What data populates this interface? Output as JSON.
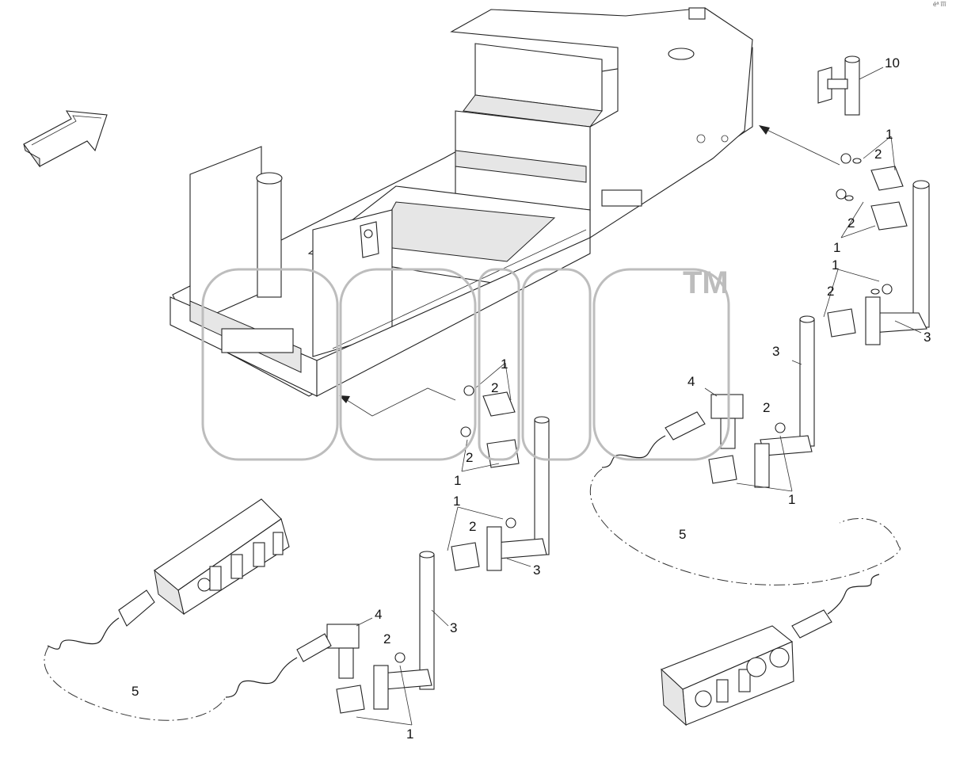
{
  "watermark": {
    "tm": "TM"
  },
  "corner_mark": "éª îîî",
  "callouts": [
    {
      "id": "c10",
      "label": "10"
    },
    {
      "id": "c1a",
      "label": "1"
    },
    {
      "id": "c2a",
      "label": "2"
    },
    {
      "id": "c2b",
      "label": "2"
    },
    {
      "id": "c1b",
      "label": "1"
    },
    {
      "id": "c1c",
      "label": "1"
    },
    {
      "id": "c2c",
      "label": "2"
    },
    {
      "id": "c3a",
      "label": "3"
    },
    {
      "id": "c3b",
      "label": "3"
    },
    {
      "id": "c1d",
      "label": "1"
    },
    {
      "id": "c2d",
      "label": "2"
    },
    {
      "id": "c2e",
      "label": "2"
    },
    {
      "id": "c1e",
      "label": "1"
    },
    {
      "id": "c4a",
      "label": "4"
    },
    {
      "id": "c2f",
      "label": "2"
    },
    {
      "id": "c1f",
      "label": "1"
    },
    {
      "id": "c5a",
      "label": "5"
    },
    {
      "id": "c1g",
      "label": "1"
    },
    {
      "id": "c2g",
      "label": "2"
    },
    {
      "id": "c3c",
      "label": "3"
    },
    {
      "id": "c4b",
      "label": "4"
    },
    {
      "id": "c2h",
      "label": "2"
    },
    {
      "id": "c3d",
      "label": "3"
    },
    {
      "id": "c5b",
      "label": "5"
    },
    {
      "id": "c1h",
      "label": "1"
    }
  ]
}
